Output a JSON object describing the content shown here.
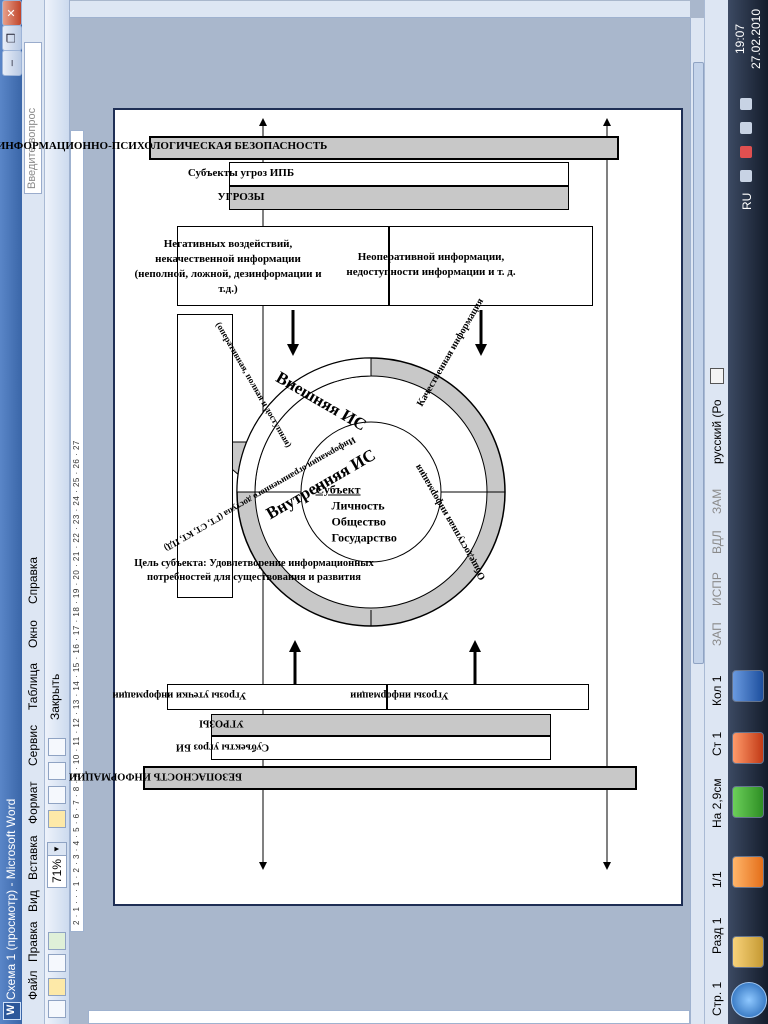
{
  "window": {
    "title": "Схема 1 (просмотр) - Microsoft Word",
    "app_icon": "W",
    "buttons": {
      "minimize": "–",
      "restore": "❐",
      "close": "✕"
    }
  },
  "menu": {
    "items": [
      "Файл",
      "Правка",
      "Вид",
      "Вставка",
      "Формат",
      "Сервис",
      "Таблица",
      "Окно",
      "Справка"
    ],
    "ask_placeholder": "Введите вопрос"
  },
  "toolbar": {
    "zoom": "71%",
    "close_label": "Закрыть"
  },
  "ruler": {
    "marks": "2 · 1 · · · 1 · 2 · 3 · 4 · 5 · 6 · 7 · 8 · 9 · 10 · 11 · 12 · 13 · 14 · 15 · 16 · 17 · 18 · 19 · 20 · 21 · 22 · 23 · 24 · 25 · 26 · 27"
  },
  "document": {
    "top_header": "ИНФОРМАЦИОННО-ПСИХОЛОГИЧЕСКАЯ БЕЗОПАСНОСТЬ",
    "top_subjects": "Субъекты угроз ИПБ",
    "top_threats": "УГРОЗЫ",
    "top_left_threat": "Негативных воздействий, некачественной информации (неполной, ложной, дезинформации и т.д.)",
    "top_right_threat": "Неоперативной информации, недоступности информации и т. д.",
    "goal": "Цель субъекта: Удовлетворение информационных потребностей для существования и развития",
    "center": [
      "Субъект",
      "Личность",
      "Общество",
      "Государство"
    ],
    "external_is": "Внешняя ИС",
    "internal_is": "Внутренняя ИС",
    "ring_top": "(оперативная, полная и доступная)",
    "ring_top_right": "Качественная информация",
    "ring_bottom_right": "Общедоступная информация",
    "ring_bottom": "Информация ограниченного доступа (ГТ, СТ, КТ, ПД)",
    "bottom_header": "БЕЗОПАСНОСТЬ ИНФОРМАЦИИ",
    "bottom_subjects": "Субъекты угроз БИ",
    "bottom_threats": "УГРОЗЫ",
    "bottom_left_threat": "Угрозы утечки информации",
    "bottom_right_threat": "Угрозы информации"
  },
  "status": {
    "page": "Стр. 1",
    "section": "Разд 1",
    "pages": "1/1",
    "at": "На 2,9см",
    "line": "Ст 1",
    "col": "Кол 1",
    "rec": "ЗАП",
    "trk": "ИСПР",
    "ext": "ВДЛ",
    "ovr": "ЗАМ",
    "language": "русский (Ро"
  },
  "taskbar": {
    "lang": "RU",
    "time": "19:07",
    "date": "27.02.2010"
  }
}
